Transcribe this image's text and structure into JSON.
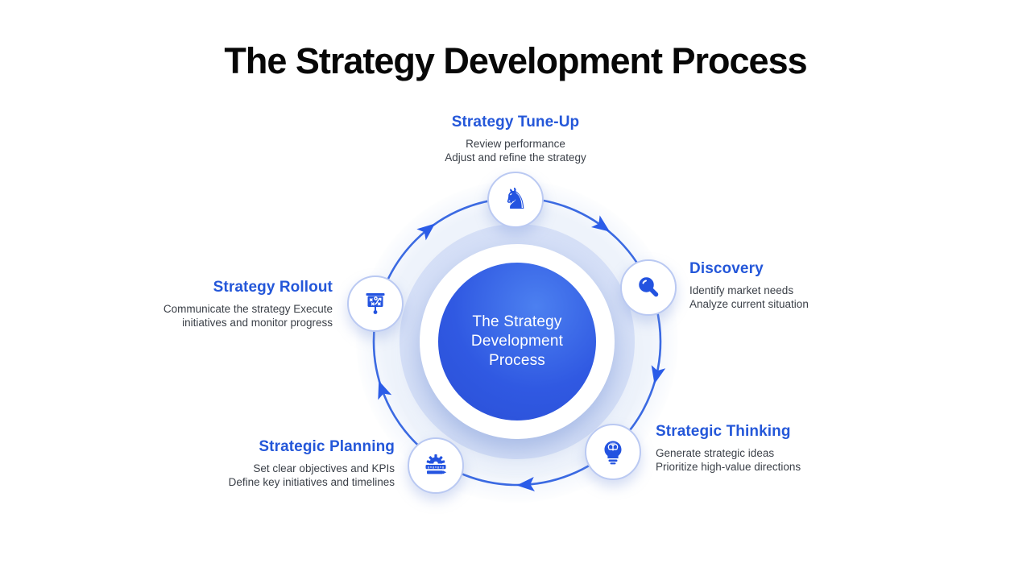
{
  "title": "The Strategy Development Process",
  "center": {
    "label": "The Strategy Development Process",
    "lines": [
      "The Strategy",
      "Development",
      "Process"
    ]
  },
  "colors": {
    "accent_blue": "#2457d9",
    "icon_blue": "#2353e0",
    "ring_stroke": "#3b6ae2",
    "pale_ring": "#d6e0f7",
    "body_text": "#3b4048"
  },
  "icons": {
    "knight": "♞"
  },
  "steps": [
    {
      "title": "Strategy Tune-Up",
      "lines": [
        "Review performance",
        "Adjust and refine the strategy"
      ],
      "icon": "chess-knight-icon",
      "position": "top"
    },
    {
      "title": "Discovery",
      "lines": [
        "Identify market needs",
        "Analyze current situation"
      ],
      "icon": "magnifier-icon",
      "position": "right"
    },
    {
      "title": "Strategic Thinking",
      "lines": [
        "Generate strategic ideas",
        "Prioritize high-value directions"
      ],
      "icon": "bulb-brain-icon",
      "position": "bottom-right"
    },
    {
      "title": "Strategic Planning",
      "lines": [
        "Set clear objectives and KPIs",
        "Define key initiatives and timelines"
      ],
      "icon": "gear-ruler-icon",
      "position": "bottom-left"
    },
    {
      "title": "Strategy Rollout",
      "lines": [
        "Communicate the strategy Execute",
        "initiatives and monitor progress"
      ],
      "icon": "strategy-board-icon",
      "position": "left"
    }
  ]
}
